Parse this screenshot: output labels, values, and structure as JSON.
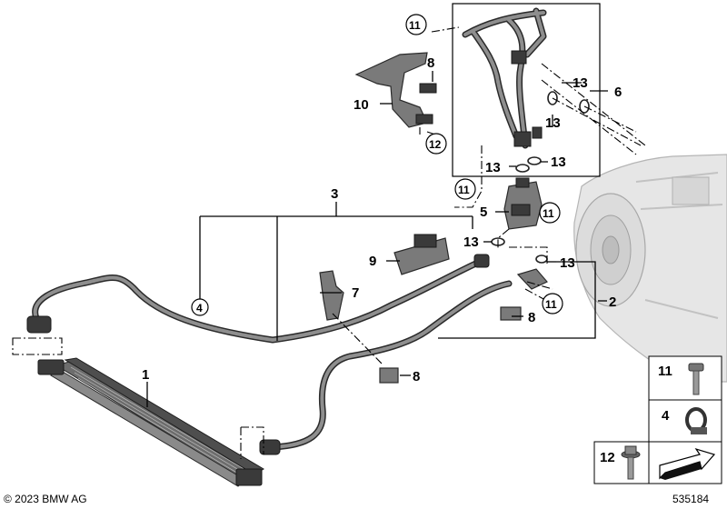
{
  "callouts": {
    "c1": "1",
    "c2": "2",
    "c3": "3",
    "c4": "4",
    "c5": "5",
    "c6": "6",
    "c7": "7",
    "c8a": "8",
    "c8b": "8",
    "c8c": "8",
    "c9": "9",
    "c10": "10",
    "c11a": "11",
    "c11b": "11",
    "c11c": "11",
    "c11d": "11",
    "c12": "12",
    "c13a": "13",
    "c13b": "13",
    "c13c": "13",
    "c13d": "13",
    "c13e": "13",
    "c13f": "13"
  },
  "legend": [
    {
      "label": "11",
      "icon": "bolt-icon"
    },
    {
      "label": "4",
      "icon": "hose-clip-icon"
    },
    {
      "label": "12",
      "icon": "flange-bolt-icon"
    },
    {
      "label": "",
      "icon": "arrow-icon"
    }
  ],
  "footer": {
    "copyright": "© 2023 BMW AG",
    "diagram_number": "535184"
  }
}
